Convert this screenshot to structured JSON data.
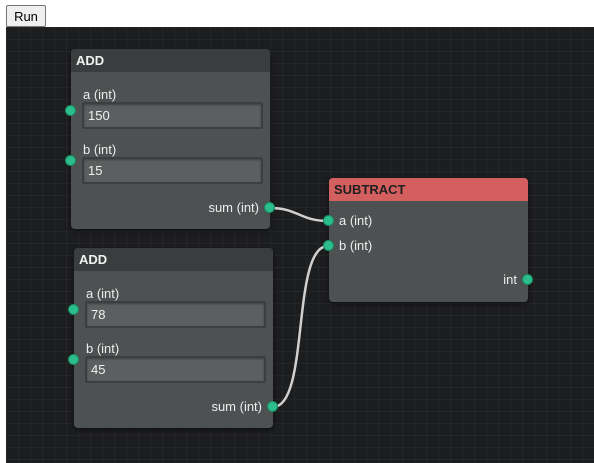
{
  "toolbar": {
    "run_label": "Run"
  },
  "colors": {
    "canvas": "#1c1d1f",
    "node_body": "#4e5152",
    "node_header": "#3a3d3e",
    "subtract_header": "#d45f5f",
    "socket": "#2bbd8c",
    "wire": "#d0d0d0"
  },
  "nodes": [
    {
      "title": "ADD",
      "inputs": [
        {
          "label": "a (int)",
          "value": "150"
        },
        {
          "label": "b (int)",
          "value": "15"
        }
      ],
      "output": {
        "label": "sum (int)"
      }
    },
    {
      "title": "ADD",
      "inputs": [
        {
          "label": "a (int)",
          "value": "78"
        },
        {
          "label": "b (int)",
          "value": "45"
        }
      ],
      "output": {
        "label": "sum (int)"
      }
    },
    {
      "title": "SUBTRACT",
      "inputs": [
        {
          "label": "a (int)"
        },
        {
          "label": "b (int)"
        }
      ],
      "output": {
        "label": "int"
      }
    }
  ]
}
